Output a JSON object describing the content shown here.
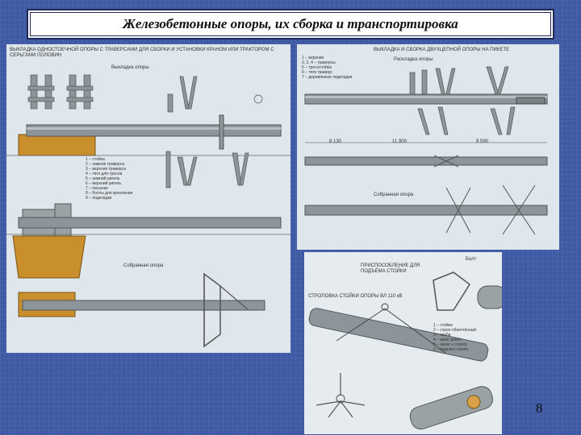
{
  "title": "Железобетонные опоры, их сборка и транспортировка",
  "slide_number": "8",
  "left_panel": {
    "heading": "ВЫКЛАДКА ОДНОСТОЕЧНОЙ ОПОРЫ С ТРАВЕРСАМИ ДЛЯ СБОРКИ И УСТАНОВКИ КРАНОМ ИЛИ ТРАКТОРОМ С СЕРЬГАМИ ПОЛОВИН",
    "subheading": "Выкладка опоры",
    "legend": [
      "1 – стойка",
      "2 – нижняя траверса",
      "3 – верхняя траверса",
      "4 – тяги для тросов",
      "5 – нижний ригель",
      "6 – верхний ригель",
      "7 – пасынки",
      "8 – болты для крепления",
      "9 – подкладки"
    ],
    "assembled_label": "Собранная опора"
  },
  "right_panel": {
    "heading": "ВЫКЛАДКА И СБОРКА ДВУХЦЕПНОЙ ОПОРЫ НА ПИКЕТЕ",
    "subheading": "Раскладка опоры",
    "legend": [
      "1 – верхние",
      "2, 3, 4 – траверсы",
      "5 – тросостойка",
      "6 – тяги траверс",
      "7 – деревянные подкладки"
    ],
    "dims": [
      "8 130",
      "11 900",
      "9 590"
    ],
    "assembled_label": "Собранная опора"
  },
  "bottom_panel": {
    "device_label": "ПРИСПОСОБЛЕНИЕ ДЛЯ ПОДЪЁМА СТОЙКИ",
    "sling_label": "СТРОПОВКА СТОЙКИ ОПОРЫ ВЛ 110 кВ",
    "top_label": "Болт",
    "legend": [
      "1 – стойка",
      "2 – строп облегчённый",
      "3 – скоба",
      "4 – крюк крана",
      "5 – канат к стропу",
      "6 – подъём стропа"
    ]
  },
  "colors": {
    "background": "#3f5aa4",
    "pole": "#8c969a",
    "wood": "#c98f2c",
    "panel": "#dfe7ec"
  }
}
